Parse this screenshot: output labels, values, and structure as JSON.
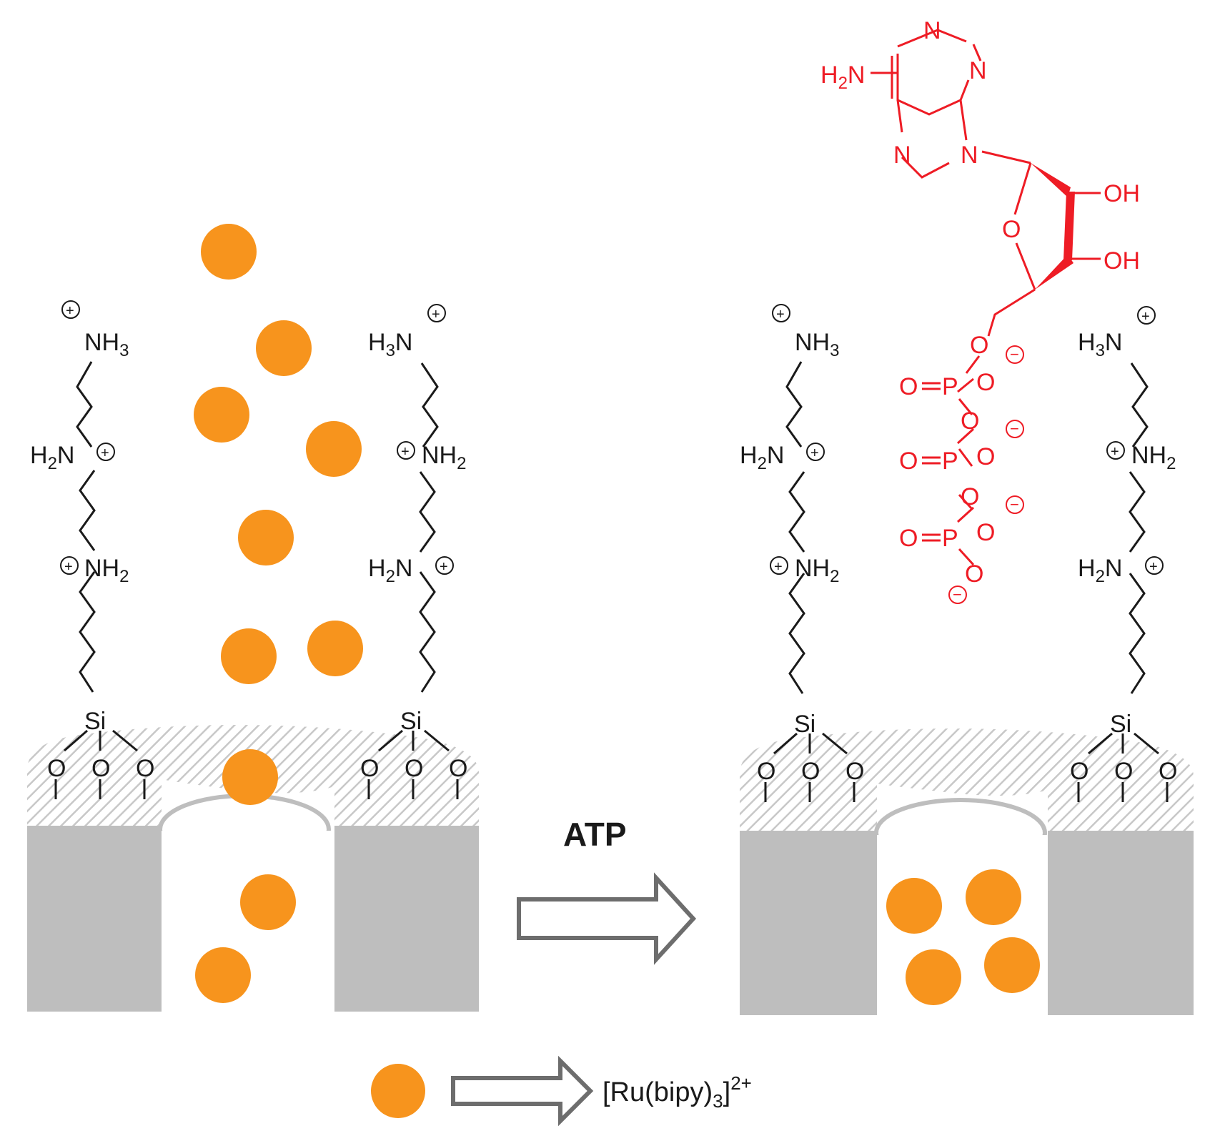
{
  "colors": {
    "particle": "#f7941d",
    "atp": "#ee1c25",
    "chain": "#1a1a1a",
    "substrate": "#bebebe",
    "hatch": "#c8c8c8",
    "arrow_stroke": "#6d6d6d"
  },
  "labels": {
    "atp": "ATP",
    "legend": "[Ru(bipy)3]2+",
    "legend_parts": {
      "a": "[Ru(bipy)",
      "b": "3",
      "c": "]",
      "d": "2+"
    }
  },
  "chem": {
    "nh3": "NH",
    "h3n": "H",
    "n": "N",
    "nh2": "NH",
    "h2n": "H",
    "sub2": "2",
    "sub3": "3",
    "si": "Si",
    "o": "O",
    "oh": "OH",
    "p": "P",
    "plus": "+",
    "minus": "−"
  },
  "state_before": {
    "particles_above_pore": 8,
    "particles_in_pore_column": 3,
    "pore_status": "open"
  },
  "state_after": {
    "particles_inside_pore": 4,
    "pore_status": "capped by ATP"
  },
  "icons": [
    "particle-icon",
    "block-arrow-icon",
    "plus-charge-icon",
    "minus-charge-icon"
  ]
}
